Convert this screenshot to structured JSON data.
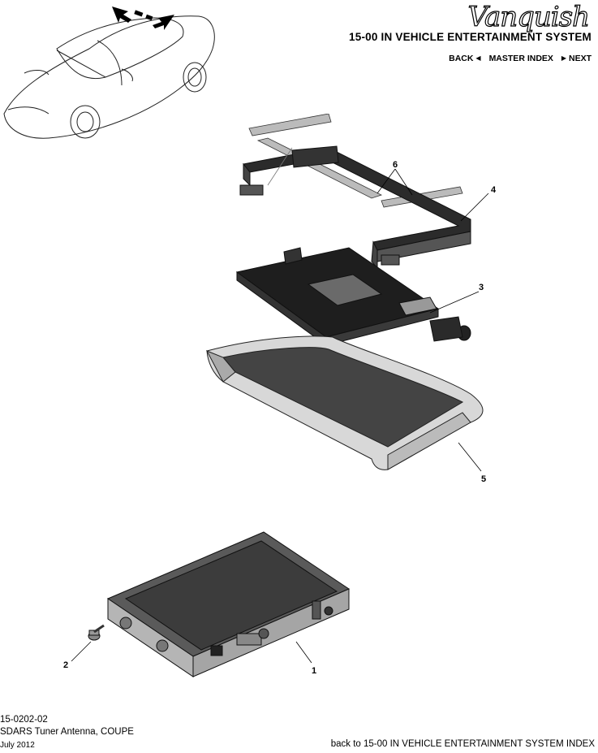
{
  "header": {
    "brand_logo": "Vanquish",
    "section_title": "15-00 IN VEHICLE ENTERTAINMENT SYSTEM",
    "nav": {
      "back": "BACK",
      "master_index": "MASTER INDEX",
      "next": "NEXT"
    }
  },
  "diagram": {
    "callouts": [
      "1",
      "2",
      "3",
      "4",
      "5",
      "6"
    ]
  },
  "footer": {
    "code": "15-0202-02",
    "title": "SDARS Tuner Antenna, COUPE",
    "date": "July 2012",
    "index_link": "back to 15-00 IN VEHICLE ENTERTAINMENT SYSTEM INDEX"
  },
  "icons": {
    "back": "left-triangle-icon",
    "next": "right-triangle-icon",
    "location": "location-arrows-icon"
  }
}
